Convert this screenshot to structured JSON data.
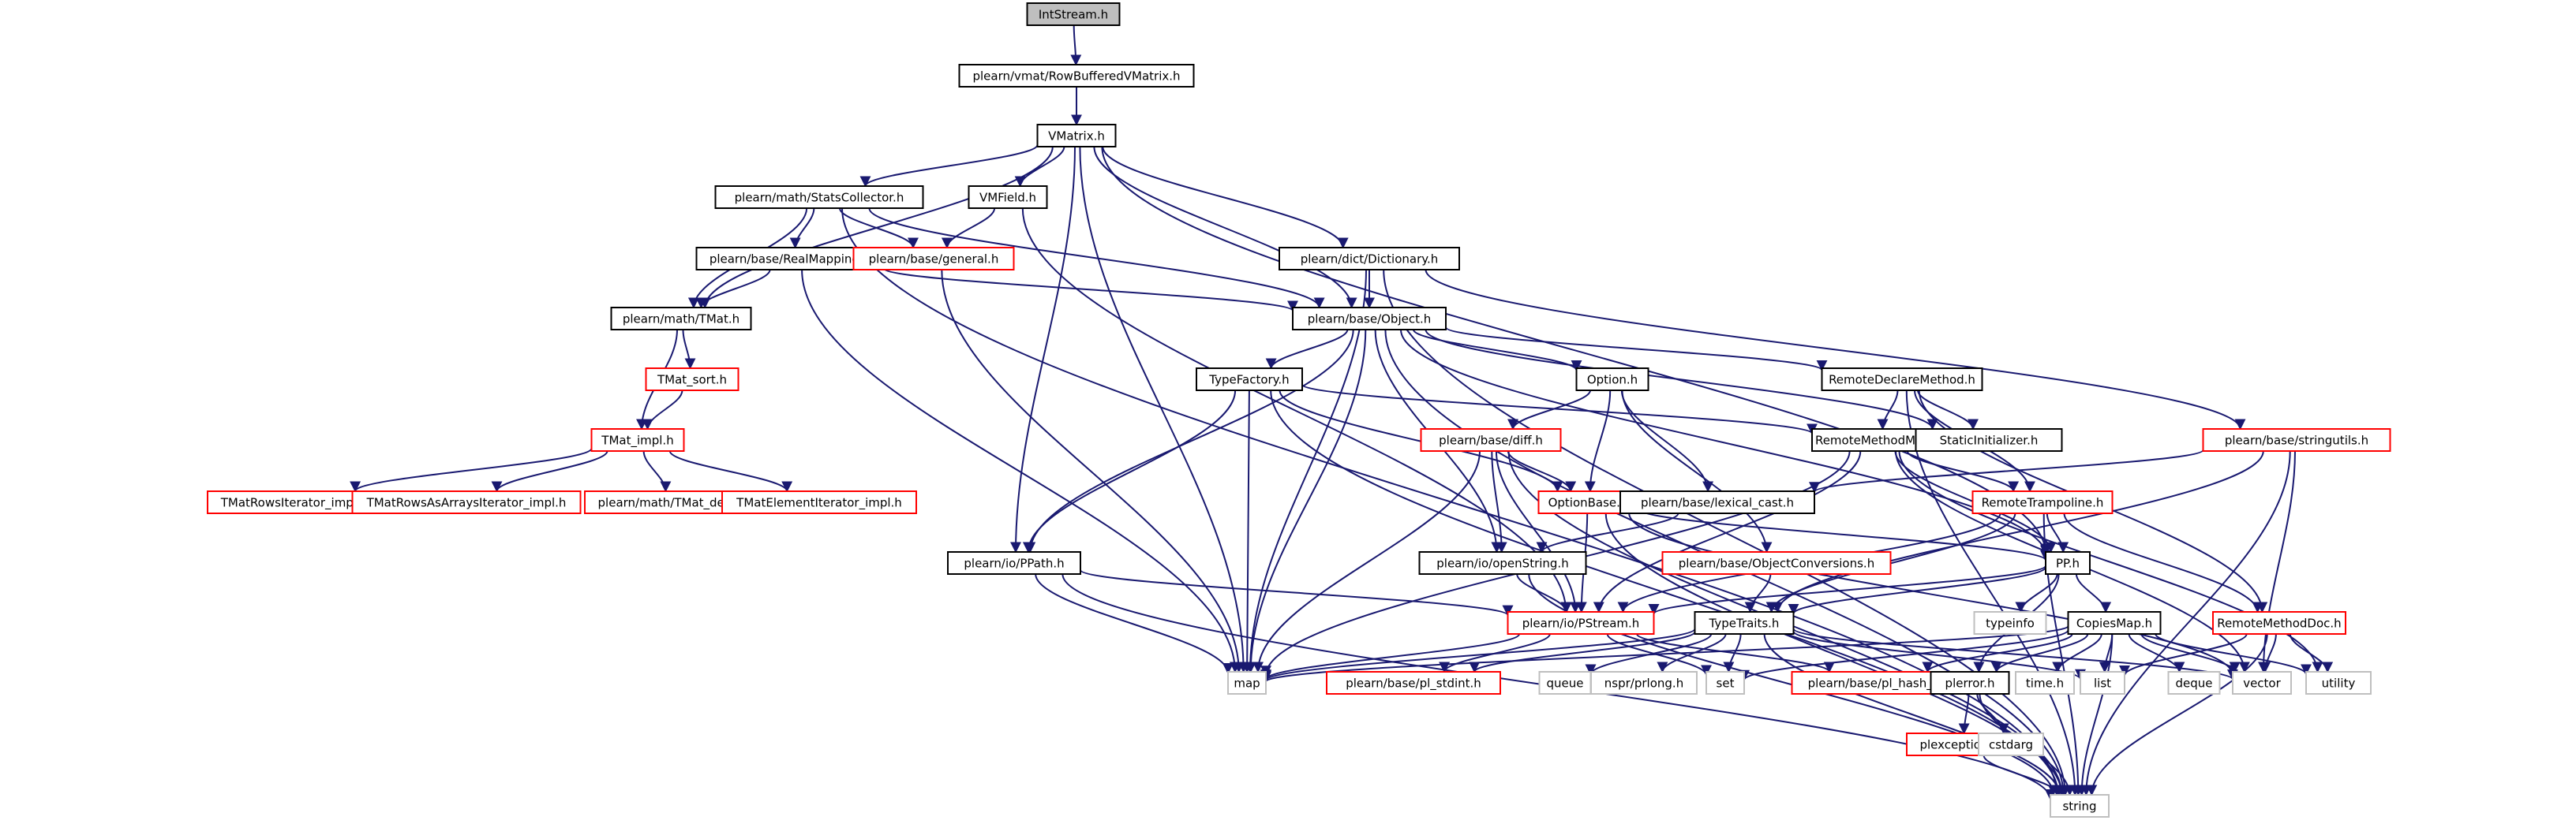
{
  "colors": {
    "edge": "#191970",
    "root_fill": "#bfbfbf",
    "normal_border": "#000000",
    "truncated_border": "#ff0000",
    "leaf_border": "#bfbfbf",
    "text": "#000000"
  },
  "nodes": [
    {
      "id": "IntStream",
      "label": "IntStream.h",
      "kind": "root"
    },
    {
      "id": "RowBufferedVMatrix",
      "label": "plearn/vmat/RowBufferedVMatrix.h",
      "kind": "normal"
    },
    {
      "id": "VMatrix",
      "label": "VMatrix.h",
      "kind": "normal"
    },
    {
      "id": "StatsCollector",
      "label": "plearn/math/StatsCollector.h",
      "kind": "normal"
    },
    {
      "id": "VMField",
      "label": "VMField.h",
      "kind": "normal"
    },
    {
      "id": "RealMapping",
      "label": "plearn/base/RealMapping.h",
      "kind": "normal"
    },
    {
      "id": "general",
      "label": "plearn/base/general.h",
      "kind": "truncated"
    },
    {
      "id": "Dictionary",
      "label": "plearn/dict/Dictionary.h",
      "kind": "normal"
    },
    {
      "id": "TMat",
      "label": "plearn/math/TMat.h",
      "kind": "normal"
    },
    {
      "id": "Object",
      "label": "plearn/base/Object.h",
      "kind": "normal"
    },
    {
      "id": "TMat_sort",
      "label": "TMat_sort.h",
      "kind": "truncated"
    },
    {
      "id": "TypeFactory",
      "label": "TypeFactory.h",
      "kind": "normal"
    },
    {
      "id": "Option",
      "label": "Option.h",
      "kind": "normal"
    },
    {
      "id": "RemoteDeclareMethod",
      "label": "RemoteDeclareMethod.h",
      "kind": "normal"
    },
    {
      "id": "TMat_impl",
      "label": "TMat_impl.h",
      "kind": "truncated"
    },
    {
      "id": "diff",
      "label": "plearn/base/diff.h",
      "kind": "truncated"
    },
    {
      "id": "RemoteMethodMap",
      "label": "RemoteMethodMap.h",
      "kind": "normal"
    },
    {
      "id": "StaticInitializer",
      "label": "StaticInitializer.h",
      "kind": "normal"
    },
    {
      "id": "stringutils",
      "label": "plearn/base/stringutils.h",
      "kind": "truncated"
    },
    {
      "id": "TMatRowsIterator",
      "label": "TMatRowsIterator_impl.h",
      "kind": "truncated"
    },
    {
      "id": "TMatRowsAsArrays",
      "label": "TMatRowsAsArraysIterator_impl.h",
      "kind": "truncated"
    },
    {
      "id": "TMat_decl",
      "label": "plearn/math/TMat_decl.h",
      "kind": "truncated"
    },
    {
      "id": "TMatElementIterator",
      "label": "TMatElementIterator_impl.h",
      "kind": "truncated"
    },
    {
      "id": "OptionBase",
      "label": "OptionBase.h",
      "kind": "truncated"
    },
    {
      "id": "lexical_cast",
      "label": "plearn/base/lexical_cast.h",
      "kind": "normal"
    },
    {
      "id": "RemoteTrampoline",
      "label": "RemoteTrampoline.h",
      "kind": "truncated"
    },
    {
      "id": "PPath",
      "label": "plearn/io/PPath.h",
      "kind": "normal"
    },
    {
      "id": "openString",
      "label": "plearn/io/openString.h",
      "kind": "normal"
    },
    {
      "id": "ObjectConversions",
      "label": "plearn/base/ObjectConversions.h",
      "kind": "truncated"
    },
    {
      "id": "PP",
      "label": "PP.h",
      "kind": "normal"
    },
    {
      "id": "PStream",
      "label": "plearn/io/PStream.h",
      "kind": "truncated"
    },
    {
      "id": "TypeTraits",
      "label": "TypeTraits.h",
      "kind": "normal"
    },
    {
      "id": "typeinfo",
      "label": "typeinfo",
      "kind": "leaf"
    },
    {
      "id": "CopiesMap",
      "label": "CopiesMap.h",
      "kind": "normal"
    },
    {
      "id": "RemoteMethodDoc",
      "label": "RemoteMethodDoc.h",
      "kind": "truncated"
    },
    {
      "id": "map",
      "label": "map",
      "kind": "leaf"
    },
    {
      "id": "pl_stdint",
      "label": "plearn/base/pl_stdint.h",
      "kind": "truncated"
    },
    {
      "id": "queue",
      "label": "queue",
      "kind": "leaf"
    },
    {
      "id": "prlong",
      "label": "nspr/prlong.h",
      "kind": "leaf"
    },
    {
      "id": "set",
      "label": "set",
      "kind": "leaf"
    },
    {
      "id": "pl_hash_fun",
      "label": "plearn/base/pl_hash_fun.h",
      "kind": "truncated"
    },
    {
      "id": "plerror",
      "label": "plerror.h",
      "kind": "normal"
    },
    {
      "id": "time",
      "label": "time.h",
      "kind": "leaf"
    },
    {
      "id": "list",
      "label": "list",
      "kind": "leaf"
    },
    {
      "id": "deque",
      "label": "deque",
      "kind": "leaf"
    },
    {
      "id": "vector",
      "label": "vector",
      "kind": "leaf"
    },
    {
      "id": "utility",
      "label": "utility",
      "kind": "leaf"
    },
    {
      "id": "plexceptions",
      "label": "plexceptions.h",
      "kind": "truncated"
    },
    {
      "id": "cstdarg",
      "label": "cstdarg",
      "kind": "leaf"
    },
    {
      "id": "string",
      "label": "string",
      "kind": "leaf"
    }
  ],
  "edges": [
    [
      "IntStream",
      "RowBufferedVMatrix"
    ],
    [
      "RowBufferedVMatrix",
      "VMatrix"
    ],
    [
      "VMatrix",
      "StatsCollector"
    ],
    [
      "VMatrix",
      "VMField"
    ],
    [
      "VMatrix",
      "Dictionary"
    ],
    [
      "VMatrix",
      "TMat"
    ],
    [
      "VMatrix",
      "Object"
    ],
    [
      "VMatrix",
      "PPath"
    ],
    [
      "VMatrix",
      "map"
    ],
    [
      "VMatrix",
      "PP"
    ],
    [
      "StatsCollector",
      "RealMapping"
    ],
    [
      "StatsCollector",
      "general"
    ],
    [
      "StatsCollector",
      "TMat"
    ],
    [
      "StatsCollector",
      "Object"
    ],
    [
      "StatsCollector",
      "string"
    ],
    [
      "VMField",
      "general"
    ],
    [
      "VMField",
      "PStream"
    ],
    [
      "RealMapping",
      "TMat"
    ],
    [
      "RealMapping",
      "Object"
    ],
    [
      "RealMapping",
      "map"
    ],
    [
      "general",
      "map"
    ],
    [
      "Dictionary",
      "Object"
    ],
    [
      "Dictionary",
      "stringutils"
    ],
    [
      "Dictionary",
      "map"
    ],
    [
      "Dictionary",
      "string"
    ],
    [
      "TMat",
      "TMat_sort"
    ],
    [
      "TMat",
      "TMat_impl"
    ],
    [
      "TMat_sort",
      "TMat_impl"
    ],
    [
      "TMat_impl",
      "TMatRowsIterator"
    ],
    [
      "TMat_impl",
      "TMatRowsAsArrays"
    ],
    [
      "TMat_impl",
      "TMat_decl"
    ],
    [
      "TMat_impl",
      "TMatElementIterator"
    ],
    [
      "Object",
      "TypeFactory"
    ],
    [
      "Object",
      "Option"
    ],
    [
      "Object",
      "RemoteDeclareMethod"
    ],
    [
      "Object",
      "StaticInitializer"
    ],
    [
      "Object",
      "PPath"
    ],
    [
      "Object",
      "openString"
    ],
    [
      "Object",
      "map"
    ],
    [
      "Object",
      "PP"
    ],
    [
      "Object",
      "string"
    ],
    [
      "TypeFactory",
      "RemoteMethodMap"
    ],
    [
      "TypeFactory",
      "OptionBase"
    ],
    [
      "TypeFactory",
      "PPath"
    ],
    [
      "TypeFactory",
      "map"
    ],
    [
      "TypeFactory",
      "string"
    ],
    [
      "Option",
      "diff"
    ],
    [
      "Option",
      "OptionBase"
    ],
    [
      "Option",
      "lexical_cast"
    ],
    [
      "Option",
      "ObjectConversions"
    ],
    [
      "RemoteDeclareMethod",
      "RemoteMethodMap"
    ],
    [
      "RemoteDeclareMethod",
      "StaticInitializer"
    ],
    [
      "RemoteDeclareMethod",
      "RemoteTrampoline"
    ],
    [
      "RemoteDeclareMethod",
      "RemoteMethodDoc"
    ],
    [
      "RemoteDeclareMethod",
      "string"
    ],
    [
      "diff",
      "OptionBase"
    ],
    [
      "diff",
      "openString"
    ],
    [
      "diff",
      "PStream"
    ],
    [
      "diff",
      "map"
    ],
    [
      "diff",
      "string"
    ],
    [
      "RemoteMethodMap",
      "RemoteTrampoline"
    ],
    [
      "RemoteMethodMap",
      "PP"
    ],
    [
      "RemoteMethodMap",
      "PStream"
    ],
    [
      "RemoteMethodMap",
      "map"
    ],
    [
      "RemoteMethodMap",
      "vector"
    ],
    [
      "RemoteMethodMap",
      "utility"
    ],
    [
      "stringutils",
      "lexical_cast"
    ],
    [
      "stringutils",
      "TypeTraits"
    ],
    [
      "stringutils",
      "vector"
    ],
    [
      "stringutils",
      "string"
    ],
    [
      "OptionBase",
      "PStream"
    ],
    [
      "OptionBase",
      "PP"
    ],
    [
      "OptionBase",
      "vector"
    ],
    [
      "OptionBase",
      "string"
    ],
    [
      "lexical_cast",
      "openString"
    ],
    [
      "RemoteTrampoline",
      "PP"
    ],
    [
      "RemoteTrampoline",
      "TypeTraits"
    ],
    [
      "RemoteTrampoline",
      "PStream"
    ],
    [
      "RemoteTrampoline",
      "RemoteMethodDoc"
    ],
    [
      "RemoteTrampoline",
      "string"
    ],
    [
      "PPath",
      "PStream"
    ],
    [
      "PPath",
      "map"
    ],
    [
      "PPath",
      "string"
    ],
    [
      "openString",
      "PStream"
    ],
    [
      "openString",
      "string"
    ],
    [
      "ObjectConversions",
      "TypeTraits"
    ],
    [
      "PP",
      "typeinfo"
    ],
    [
      "PP",
      "CopiesMap"
    ],
    [
      "PP",
      "TypeTraits"
    ],
    [
      "PP",
      "PStream"
    ],
    [
      "PP",
      "plerror"
    ],
    [
      "PStream",
      "pl_stdint"
    ],
    [
      "PStream",
      "pl_hash_fun"
    ],
    [
      "PStream",
      "set"
    ],
    [
      "PStream",
      "map"
    ],
    [
      "TypeTraits",
      "map"
    ],
    [
      "TypeTraits",
      "pl_stdint"
    ],
    [
      "TypeTraits",
      "queue"
    ],
    [
      "TypeTraits",
      "prlong"
    ],
    [
      "TypeTraits",
      "set"
    ],
    [
      "TypeTraits",
      "list"
    ],
    [
      "TypeTraits",
      "vector"
    ],
    [
      "TypeTraits",
      "string"
    ],
    [
      "CopiesMap",
      "map"
    ],
    [
      "CopiesMap",
      "set"
    ],
    [
      "CopiesMap",
      "pl_hash_fun"
    ],
    [
      "CopiesMap",
      "plerror"
    ],
    [
      "CopiesMap",
      "time"
    ],
    [
      "CopiesMap",
      "list"
    ],
    [
      "CopiesMap",
      "deque"
    ],
    [
      "CopiesMap",
      "vector"
    ],
    [
      "CopiesMap",
      "utility"
    ],
    [
      "CopiesMap",
      "string"
    ],
    [
      "RemoteMethodDoc",
      "list"
    ],
    [
      "RemoteMethodDoc",
      "vector"
    ],
    [
      "RemoteMethodDoc",
      "utility"
    ],
    [
      "RemoteMethodDoc",
      "string"
    ],
    [
      "plerror",
      "plexceptions"
    ],
    [
      "plerror",
      "cstdarg"
    ],
    [
      "plerror",
      "string"
    ],
    [
      "plexceptions",
      "string"
    ]
  ]
}
